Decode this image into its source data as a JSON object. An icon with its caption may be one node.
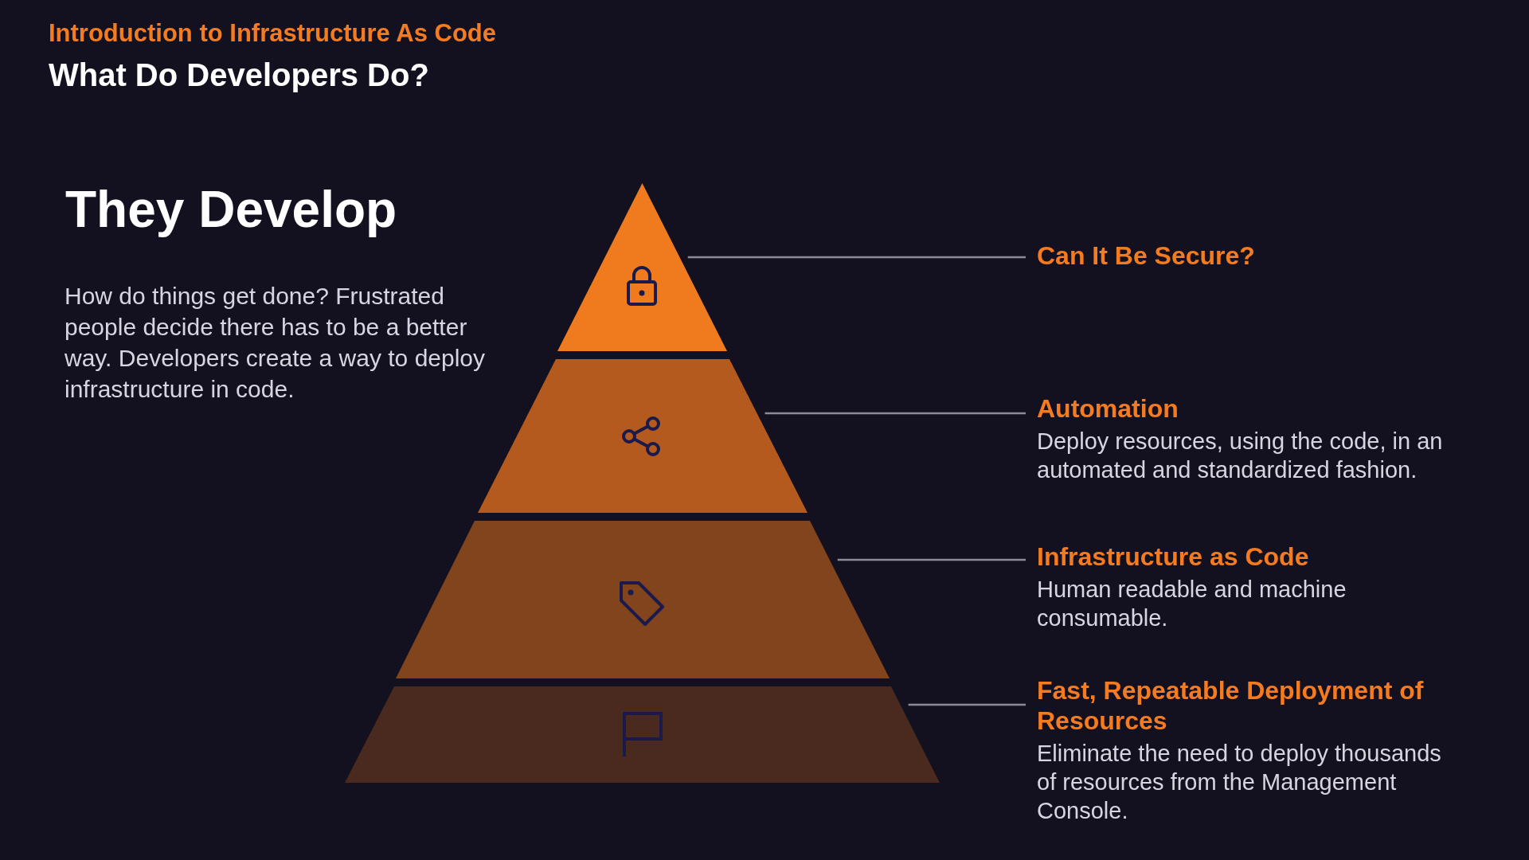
{
  "diagram": {
    "title": "What Do Developers Do?",
    "nodes": [
      {
        "text": [
          "Can It Be Secure?"
        ]
      },
      {
        "text": [
          "Automation",
          "Deploy resources, using the code, in an automated and standardized fashion."
        ]
      },
      {
        "text": [
          "Infrastructure as Code",
          "Human readable and machine consumable."
        ]
      },
      {
        "text": [
          "Fast, Repeatable Deployment of Resources",
          "Eliminate the need to deploy thousands of resources from the Management Console."
        ]
      },
      {
        "text": [],
        "shape": "triangle"
      },
      {
        "text": [],
        "shape": "trapezoid"
      },
      {
        "text": [],
        "shape": "trapezoid"
      },
      {
        "text": [],
        "shape": "trapezoid"
      }
    ],
    "edges": [
      {
        "from": 0,
        "to": 4,
        "arrow": "none"
      },
      {
        "from": 1,
        "to": 5,
        "arrow": "none"
      },
      {
        "from": 2,
        "to": 6,
        "arrow": "none"
      },
      {
        "from": 3,
        "to": 7,
        "arrow": "none"
      }
    ],
    "labels": [
      "Introduction to Infrastructure As Code",
      "They Develop",
      "How do things get done? Frustrated people decide there has to be a better way. Developers create a way to deploy infrastructure in code."
    ]
  }
}
